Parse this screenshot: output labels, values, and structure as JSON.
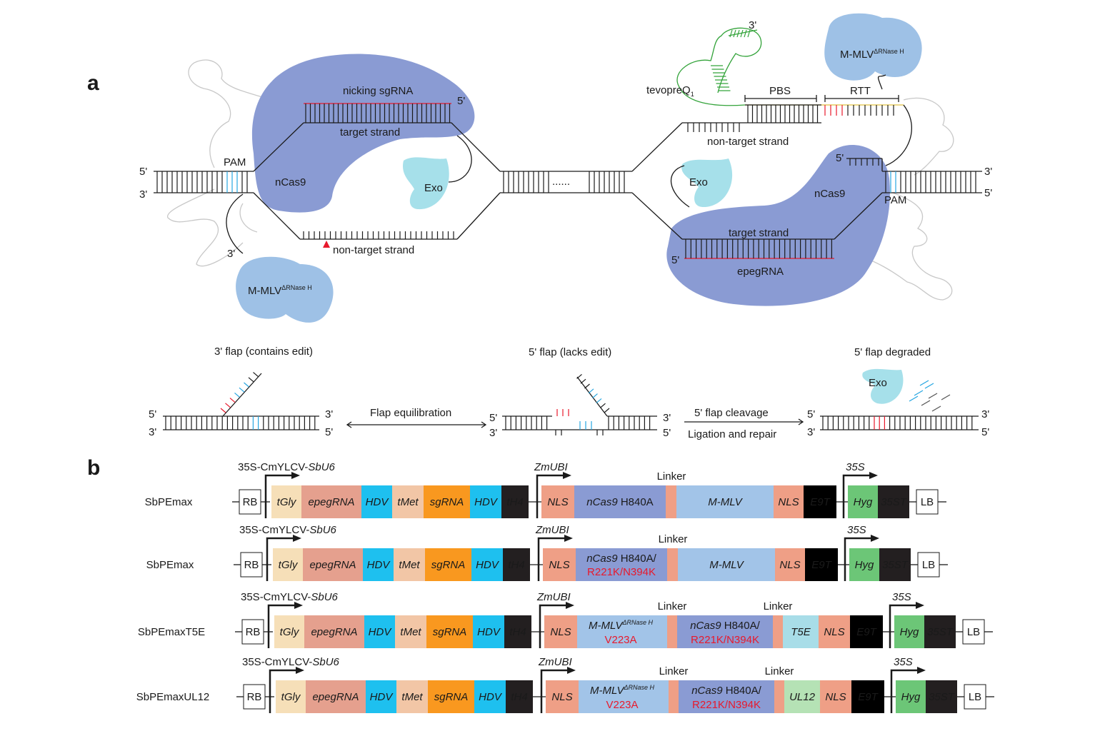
{
  "panel_a": {
    "label": "a",
    "left": {
      "nicking_sgrna": "nicking sgRNA",
      "five_prime_top": "5'",
      "target_strand": "target strand",
      "pam": "PAM",
      "ncas9": "nCas9",
      "exo": "Exo",
      "five_prime_left": "5'",
      "three_prime_left": "3'",
      "three_prime_loop": "3'",
      "non_target_strand": "non-target strand",
      "mmlv": "M-MLV",
      "mmlv_sup": "ΔRNase H"
    },
    "center": {
      "dots": "......"
    },
    "right": {
      "three_prime_top": "3'",
      "mmlv": "M-MLV",
      "mmlv_sup": "ΔRNase H",
      "tevopreq": "tevopreQ",
      "tevopreq_sub": "1",
      "pbs": "PBS",
      "rtt": "RTT",
      "non_target_strand": "non-target strand",
      "exo": "Exo",
      "five_prime_flap": "5'",
      "ncas9": "nCas9",
      "pam": "PAM",
      "three_prime_right": "3'",
      "five_prime_right": "5'",
      "target_strand": "target strand",
      "five_prime_bottom": "5'",
      "epegrna": "epegRNA"
    },
    "flaps": {
      "title_1": "3' flap (contains edit)",
      "title_2": "5' flap (lacks edit)",
      "title_3": "5' flap degraded",
      "arrow_1": "Flap equilibration",
      "arrow_2_top": "5' flap cleavage",
      "arrow_2_bottom": "Ligation and repair",
      "exo": "Exo",
      "five": "5'",
      "three": "3'"
    }
  },
  "panel_b": {
    "label": "b",
    "promoter_1": "35S-CmYLCV-",
    "promoter_1_it": "SbU6",
    "promoter_2": "ZmUBI",
    "promoter_3": "35S",
    "linker": "Linker",
    "rows": [
      {
        "name": "SbPEmax",
        "layout": "plain",
        "mmlv": "M-MLV",
        "cas_it": "nCas9",
        "cas_n": " H840A",
        "cas_mut": ""
      },
      {
        "name": "SbPEmax",
        "layout": "plain",
        "mmlv": "M-MLV",
        "cas_it": "nCas9",
        "cas_n": " H840A/",
        "cas_mut": "R221K/N394K"
      },
      {
        "name": "SbPEmaxT5E",
        "layout": "exo",
        "mmlv": "M-MLV",
        "mmlv_sup": "ΔRNase H",
        "mmlv_mut": "V223A",
        "cas_it": "nCas9",
        "cas_n": " H840A/",
        "cas_mut": "R221K/N394K",
        "exo_name": "T5E",
        "exo_color": "#a8dde8"
      },
      {
        "name": "SbPEmaxUL12",
        "layout": "exo",
        "mmlv": "M-MLV",
        "mmlv_sup": "ΔRNase H",
        "mmlv_mut": "V223A",
        "cas_it": "nCas9",
        "cas_n": " H840A/",
        "cas_mut": "R221K/N394K",
        "exo_name": "UL12",
        "exo_color": "#b5e2b5"
      }
    ],
    "segments": {
      "rb": "RB",
      "tgly": "tGly",
      "epegrna": "epegRNA",
      "hdv": "HDV",
      "tmet": "tMet",
      "sgrna": "sgRNA",
      "th4": "tH4",
      "nls": "NLS",
      "e9t": "E9T",
      "hyg": "Hyg",
      "st35": "35ST",
      "lb": "LB"
    }
  },
  "colors": {
    "cas9_blob": "#8a9bd3",
    "mmlv_blob": "#9ec1e6",
    "exo_blob": "#a6e0ea",
    "edit_red": "#e8192c",
    "pam_blue": "#27a6e1",
    "tgly": "#f6dfb8",
    "epegrna": "#e5a08e",
    "hdv": "#1ec0ef",
    "tmet": "#f2c6a6",
    "sgrna": "#f9981f",
    "th4": "#231f20",
    "nls": "#ef9f86",
    "ncas9": "#8a9bd3",
    "linker": "#ef9f86",
    "mmlv": "#a2c4e8",
    "e9t": "#000000",
    "hyg": "#6cc677",
    "st35": "#231f20"
  }
}
